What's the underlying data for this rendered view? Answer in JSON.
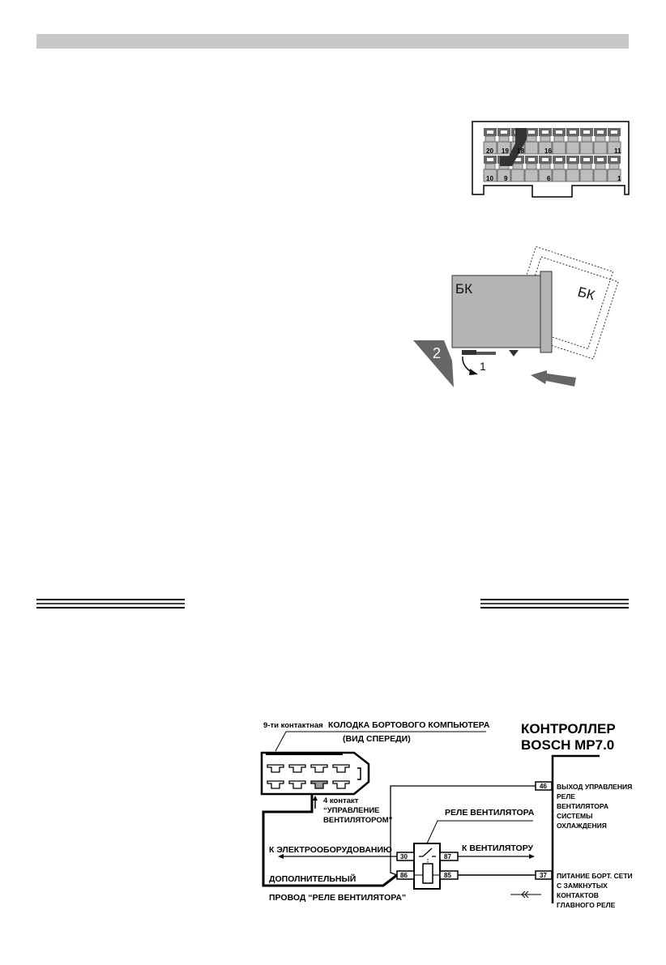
{
  "header_bar_color": "#c8c8c8",
  "connector20": {
    "top_row_numbers": [
      "20",
      "19",
      "18",
      "16",
      "11"
    ],
    "bottom_row_numbers": [
      "10",
      "9",
      "6",
      "1"
    ]
  },
  "bk_install": {
    "unit_label": "БК",
    "unit_label_tilted": "БК",
    "step1": "1",
    "step2": "2"
  },
  "wiring": {
    "connector_title_prefix": "9-ти контактная",
    "connector_title": "КОЛОДКА БОРТОВОГО КОМПЬЮТЕРА",
    "connector_view": "(ВИД СПЕРЕДИ)",
    "controller_line1": "КОНТРОЛЛЕР",
    "controller_line2": "BOSCH MP7.0",
    "pin4_line1": "4 контакт",
    "pin4_line2": "“УПРАВЛЕНИЕ",
    "pin4_line3": "ВЕНТИЛЯТОРОМ”",
    "relay_label": "РЕЛЕ ВЕНТИЛЯТОРА",
    "to_equipment": "К ЭЛЕКТРООБОРУДОВАНИЮ",
    "to_fan": "К ВЕНТИЛЯТОРУ",
    "extra_wire_line1": "ДОПОЛНИТЕЛЬНЫЙ",
    "extra_wire_line2": "ПРОВОД “РЕЛЕ ВЕНТИЛЯТОРА”",
    "relay_pins": [
      "30",
      "86",
      "87",
      "85"
    ],
    "controller_pins": [
      "46",
      "37"
    ],
    "pin46_desc": [
      "ВЫХОД УПРАВЛЕНИЯ",
      "РЕЛЕ",
      "ВЕНТИЛЯТОРА",
      "СИСТЕМЫ",
      "ОХЛАЖДЕНИЯ"
    ],
    "pin37_desc": [
      "ПИТАНИЕ БОРТ. СЕТИ",
      "С ЗАМКНУТЫХ",
      "КОНТАКТОВ",
      "ГЛАВНОГО РЕЛЕ"
    ]
  }
}
